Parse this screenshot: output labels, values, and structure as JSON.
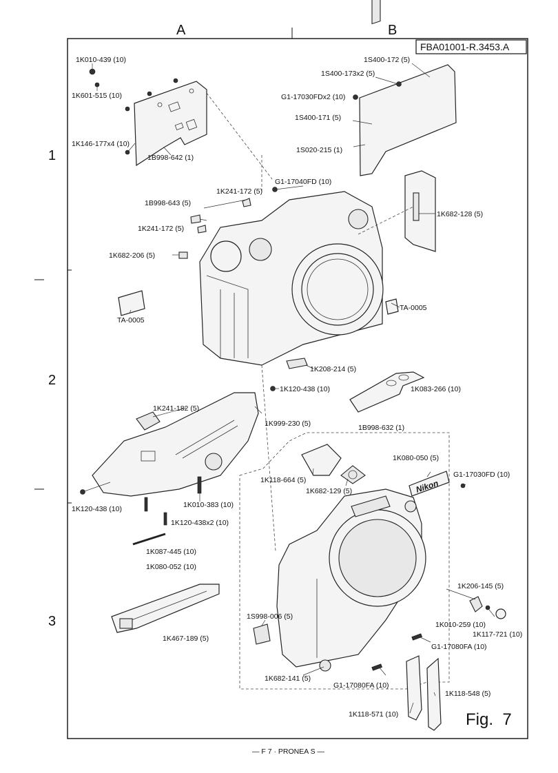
{
  "columns": [
    "A",
    "B"
  ],
  "rows": [
    "1",
    "2",
    "3"
  ],
  "diagram_code": "FBA01001-R.3453.A",
  "figure_label": "Fig.  7",
  "footer": "— F 7 · PRONEA S —",
  "nikon_badge": "Nikon",
  "parts": [
    "1K010-439 (10)",
    "1K601-515 (10)",
    "1K146-177x4 (10)",
    "1B998-642 (1)",
    "1S400-172 (5)",
    "1S400-173x2 (5)",
    "G1-17030FDx2 (10)",
    "1S400-171 (5)",
    "1S020-215 (1)",
    "G1-17040FD (10)",
    "1K241-172 (5)",
    "1B998-643 (5)",
    "1K241-172 (5)",
    "1K682-206 (5)",
    "1K682-128 (5)",
    "TA-0005",
    "TA-0005",
    "1K208-214 (5)",
    "1K120-438 (10)",
    "1K083-266 (10)",
    "1K241-182 (5)",
    "1K999-230 (5)",
    "1B998-632 (1)",
    "1K080-050 (5)",
    "G1-17030FD (10)",
    "1K118-664 (5)",
    "1K682-129 (5)",
    "1K120-438 (10)",
    "1K010-383 (10)",
    "1K120-438x2 (10)",
    "1K087-445 (10)",
    "1K080-052 (10)",
    "1K206-145 (5)",
    "1S998-006 (5)",
    "1K010-259 (10)",
    "1K117-721 (10)",
    "1K467-189 (5)",
    "G1-17080FA (10)",
    "1K682-141 (5)",
    "G1-17080FA (10)",
    "1K118-548 (5)",
    "1K118-571 (10)"
  ]
}
